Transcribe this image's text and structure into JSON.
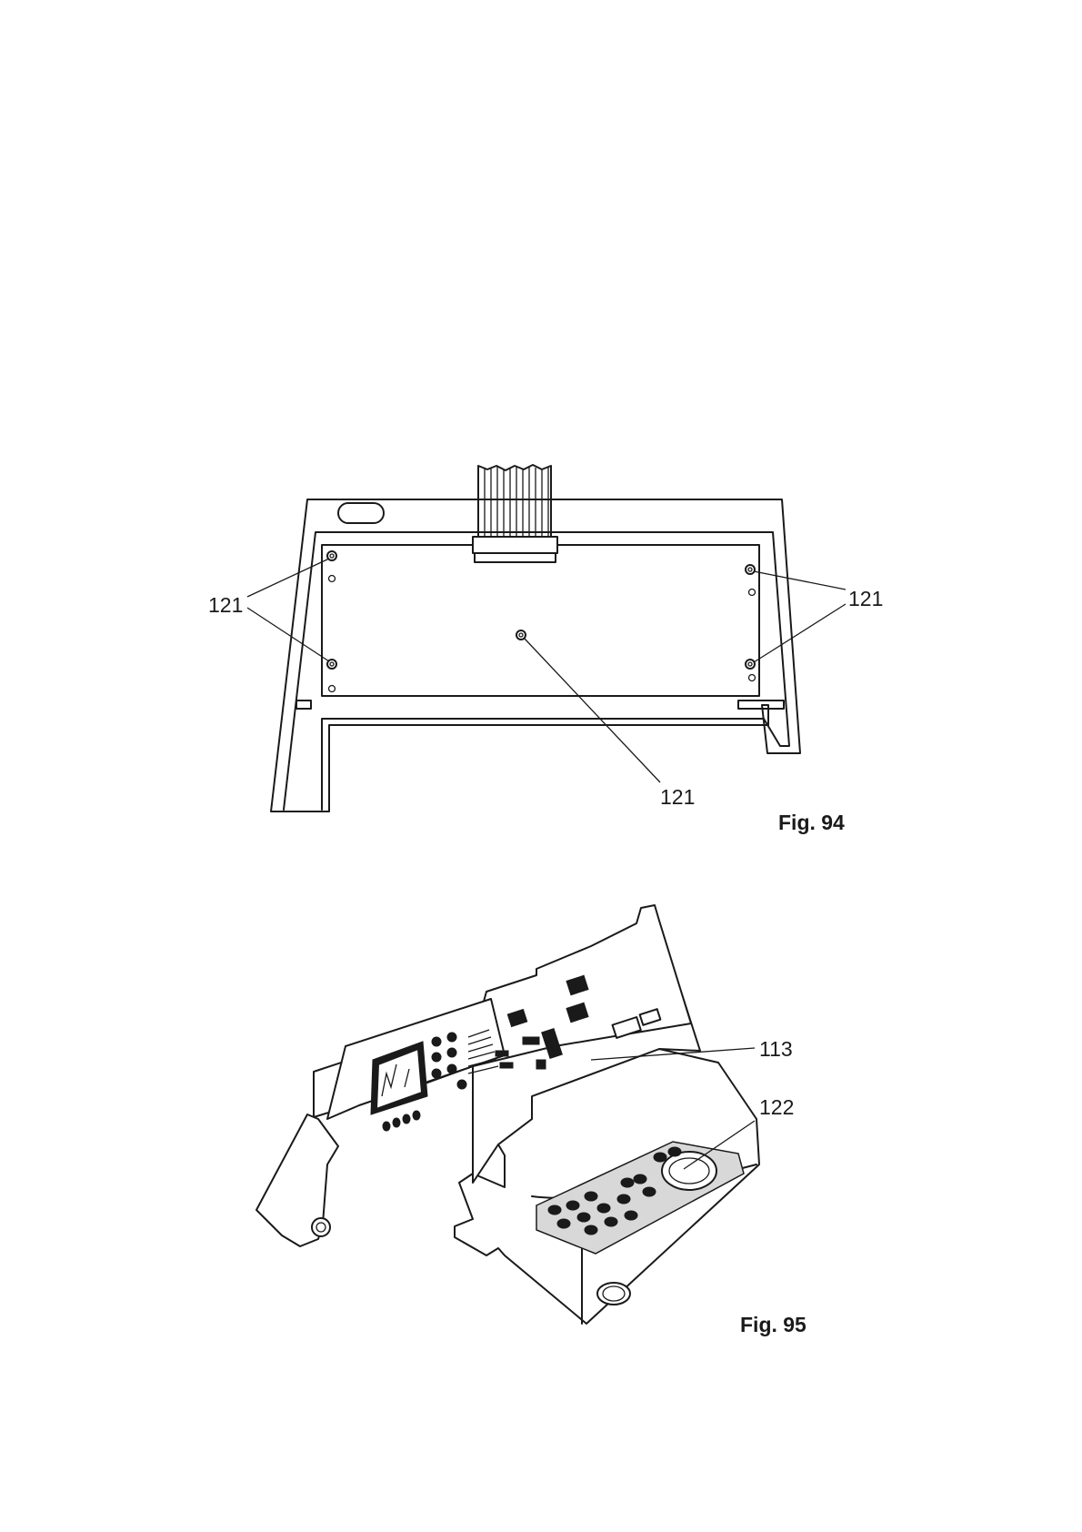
{
  "fig94": {
    "caption": "Fig. 94",
    "callouts": {
      "top_left": "121",
      "top_right": "121",
      "center": "121"
    }
  },
  "fig95": {
    "caption": "Fig. 95",
    "callouts": {
      "cable": "113",
      "panel": "122"
    }
  }
}
